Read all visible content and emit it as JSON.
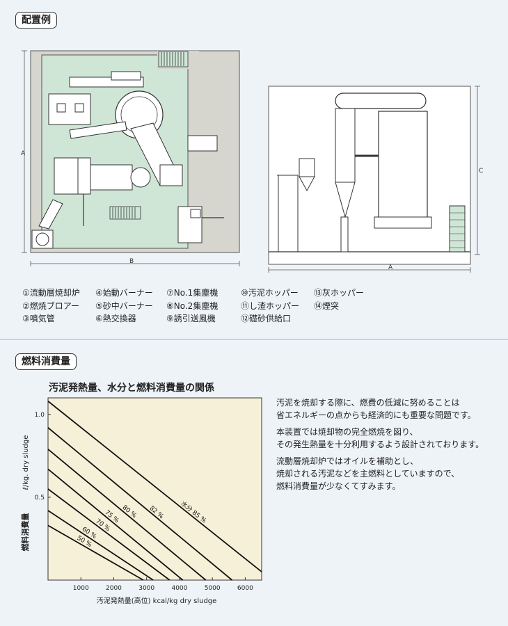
{
  "sections": {
    "layout_label": "配置例",
    "fuel_label": "燃料消費量"
  },
  "layout": {
    "dim_a": "A",
    "dim_b": "B",
    "dim_c": "C",
    "dim_a_side": "A",
    "legend_cols": [
      [
        "①流動層焼却炉",
        "②燃焼ブロアー",
        "③噴気管"
      ],
      [
        "④始動バーナー",
        "⑤砂中バーナー",
        "⑥熱交換器"
      ],
      [
        "⑦No.1集塵機",
        "⑧No.2集塵機",
        "⑨誘引送風機"
      ],
      [
        "⑩汚泥ホッパー",
        "⑪し渣ホッパー",
        "⑫礎砂供給口"
      ],
      [
        "⑬灰ホッパー",
        "⑭煙突"
      ]
    ]
  },
  "description": [
    [
      "汚泥を焼却する際に、燃費の低減に努めることは",
      "省エネルギーの点からも経済的にも重要な問題です。"
    ],
    [
      "本装置では焼却物の完全燃焼を図り、",
      "その発生熱量を十分利用するよう設計されております。"
    ],
    [
      "流動層焼却炉ではオイルを補助とし、",
      "焼却される汚泥などを主燃料としていますので、",
      "燃料消費量が少なくてすみます。"
    ]
  ],
  "chart_data": {
    "type": "line",
    "title": "汚泥発熱量、水分と燃料消費量の関係",
    "xlabel": "汚泥発熱量(高位) kcal/kg dry sludge",
    "ylabel_jp": "燃料消費量",
    "ylabel_unit": "ℓ/kg. dry sludge",
    "xlim": [
      0,
      6500
    ],
    "ylim": [
      0,
      1.1
    ],
    "x_ticks": [
      "1000",
      "2000",
      "3000",
      "4000",
      "5000",
      "6000"
    ],
    "y_ticks": [
      "1.0",
      "0.5"
    ],
    "grid": false,
    "background": "#f7f0d8",
    "series": [
      {
        "name": "水分 85 %",
        "x": [
          0,
          6500
        ],
        "y": [
          1.08,
          0.05
        ]
      },
      {
        "name": "82 %",
        "x": [
          0,
          5600
        ],
        "y": [
          0.92,
          0.0
        ]
      },
      {
        "name": "80 %",
        "x": [
          0,
          4800
        ],
        "y": [
          0.79,
          0.0
        ]
      },
      {
        "name": "75 %",
        "x": [
          0,
          4100
        ],
        "y": [
          0.67,
          0.0
        ]
      },
      {
        "name": "70 %",
        "x": [
          0,
          3700
        ],
        "y": [
          0.55,
          0.0
        ]
      },
      {
        "name": "60 %",
        "x": [
          0,
          3200
        ],
        "y": [
          0.42,
          0.0
        ]
      },
      {
        "name": "50 %",
        "x": [
          0,
          2900
        ],
        "y": [
          0.33,
          0.0
        ]
      }
    ]
  }
}
